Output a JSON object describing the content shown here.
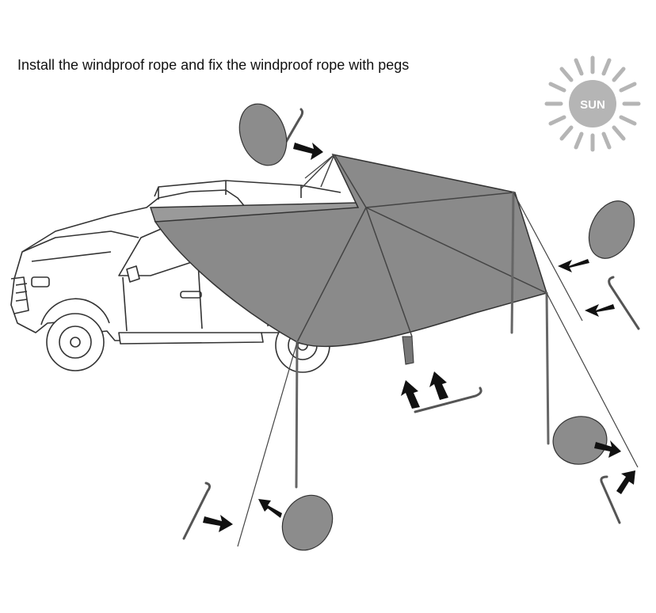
{
  "instruction_text": "Install the windproof rope and fix the windproof rope with pegs",
  "sun_label": "SUN",
  "colors": {
    "awning_fill": "#8a8a8a",
    "awning_dark": "#7d7d7d",
    "line": "#333333",
    "arrow": "#111111",
    "sun": "#b5b5b5",
    "sun_text": "#ffffff"
  },
  "icons": [
    "sun-icon",
    "car-illustration",
    "awning-illustration",
    "peg-icon",
    "hand-icon",
    "arrow-icon"
  ]
}
